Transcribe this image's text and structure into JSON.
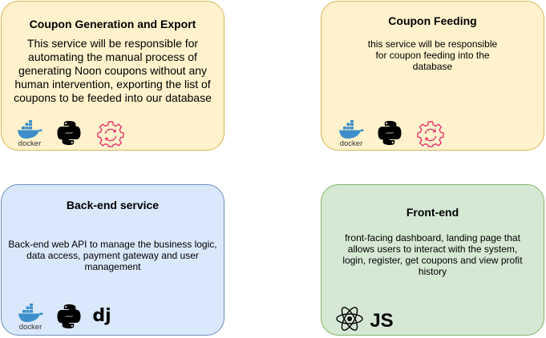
{
  "cards": [
    {
      "title": "Coupon Generation and Export",
      "description": "This service will be responsible for\nautomating the manual process of\ngenerating Noon coupons without any\nhuman intervention, exporting the list of\ncoupons to be feeded into our database",
      "icons": [
        "docker-icon",
        "python-icon",
        "refresh-gear-icon"
      ]
    },
    {
      "title": "Coupon Feeding",
      "description": "this service will be responsible\nfor coupon feeding into the\ndatabase",
      "icons": [
        "docker-icon",
        "python-icon",
        "refresh-gear-icon"
      ]
    },
    {
      "title": "Back-end service",
      "description": "Back-end web API to manage the business logic,\ndata access, payment gateway and user\nmanagement",
      "icons": [
        "docker-icon",
        "python-icon",
        "django-icon"
      ]
    },
    {
      "title": "Front-end",
      "description": "front-facing dashboard, landing page that\nallows users to interact with the system,\nlogin, register, get coupons and view profit\nhistory",
      "icons": [
        "react-icon",
        "javascript-icon"
      ]
    }
  ],
  "icon_labels": {
    "docker": "docker",
    "django": "dj",
    "javascript": "JS"
  },
  "colors": {
    "yellow_fill": "#fff2cc",
    "yellow_stroke": "#d6b656",
    "blue_fill": "#dae8fc",
    "blue_stroke": "#6c8ebf",
    "green_fill": "#d5e8d4",
    "green_stroke": "#82b366",
    "docker_blue": "#3d8fc9",
    "gear_pink": "#e8336e"
  }
}
